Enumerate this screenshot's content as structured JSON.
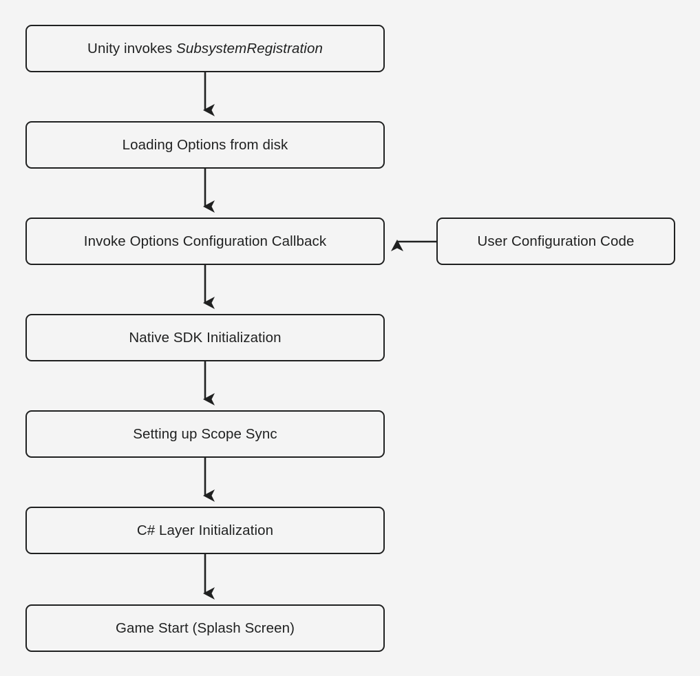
{
  "diagram": {
    "type": "flowchart",
    "orientation": "top-down",
    "background_color": "#f4f4f4",
    "node_fill_color": "#f4f4f4",
    "node_border_color": "#1f2020",
    "text_color": "#1f2020",
    "edge_color": "#1f2020",
    "nodes": [
      {
        "id": "n1",
        "label": "Unity invokes SubsystemRegistration",
        "label_plain": "Unity invokes ",
        "label_emphasis": "SubsystemRegistration",
        "shape": "rounded-rectangle"
      },
      {
        "id": "n2",
        "label": "Loading Options from disk",
        "shape": "rounded-rectangle"
      },
      {
        "id": "n3",
        "label": "Invoke Options Configuration Callback",
        "shape": "rounded-rectangle"
      },
      {
        "id": "n4",
        "label": "Native SDK Initialization",
        "shape": "rounded-rectangle"
      },
      {
        "id": "n5",
        "label": "Setting up Scope Sync",
        "shape": "rounded-rectangle"
      },
      {
        "id": "n6",
        "label": "C# Layer Initialization",
        "shape": "rounded-rectangle"
      },
      {
        "id": "n7",
        "label": "Game Start (Splash Screen)",
        "shape": "rounded-rectangle"
      },
      {
        "id": "n8",
        "label": "User Configuration Code",
        "shape": "rounded-rectangle"
      }
    ],
    "edges": [
      {
        "id": "e1",
        "from": "n1",
        "to": "n2",
        "direction": "down",
        "arrowhead": "filled-triangle"
      },
      {
        "id": "e2",
        "from": "n2",
        "to": "n3",
        "direction": "down",
        "arrowhead": "filled-triangle"
      },
      {
        "id": "e3",
        "from": "n3",
        "to": "n4",
        "direction": "down",
        "arrowhead": "filled-triangle"
      },
      {
        "id": "e4",
        "from": "n4",
        "to": "n5",
        "direction": "down",
        "arrowhead": "filled-triangle"
      },
      {
        "id": "e5",
        "from": "n5",
        "to": "n6",
        "direction": "down",
        "arrowhead": "filled-triangle"
      },
      {
        "id": "e6",
        "from": "n6",
        "to": "n7",
        "direction": "down",
        "arrowhead": "filled-triangle"
      },
      {
        "id": "e7",
        "from": "n8",
        "to": "n3",
        "direction": "left",
        "arrowhead": "filled-triangle"
      }
    ]
  }
}
